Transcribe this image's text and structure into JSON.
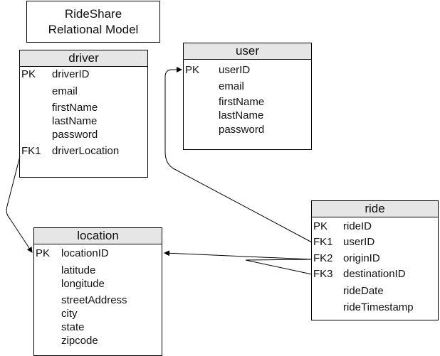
{
  "diagram": {
    "title_line1": "RideShare",
    "title_line2": "Relational Model"
  },
  "entities": {
    "driver": {
      "name": "driver",
      "keys": {
        "pk": "PK",
        "fk1": "FK1"
      },
      "fields": [
        "driverID",
        "email",
        "firstName",
        "lastName",
        "password",
        "driverLocation"
      ]
    },
    "user": {
      "name": "user",
      "keys": {
        "pk": "PK"
      },
      "fields": [
        "userID",
        "email",
        "firstName",
        "lastName",
        "password"
      ]
    },
    "location": {
      "name": "location",
      "keys": {
        "pk": "PK"
      },
      "fields": [
        "locationID",
        "latitude",
        "longitude",
        "streetAddress",
        "city",
        "state",
        "zipcode"
      ]
    },
    "ride": {
      "name": "ride",
      "keys": {
        "pk": "PK",
        "fk1": "FK1",
        "fk2": "FK2",
        "fk3": "FK3"
      },
      "fields": [
        "rideID",
        "userID",
        "originID",
        "destinationID",
        "rideDate",
        "rideTimestamp"
      ]
    }
  },
  "colors": {
    "header_bg": "#e6e6e6",
    "border": "#000000",
    "line": "#000000"
  }
}
